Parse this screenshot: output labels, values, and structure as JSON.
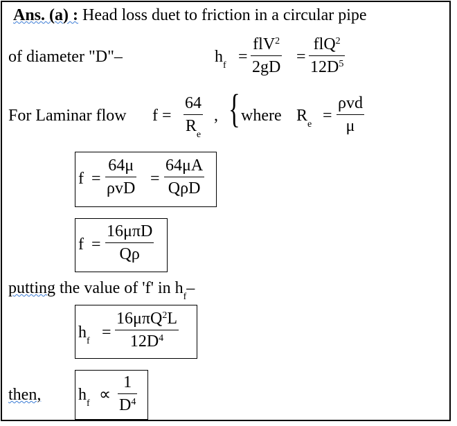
{
  "heading": {
    "label": "Ans. (a) :",
    "text": "Head loss duet to friction in a circular pipe"
  },
  "line2": {
    "text": "of diameter \"D\"–",
    "lhs": "h",
    "lhs_sub": "f",
    "frac1_num": "flV",
    "frac1_num_sup": "2",
    "frac1_den": "2gD",
    "frac2_num": "flQ",
    "frac2_num_sup": "2",
    "frac2_den": "12D",
    "frac2_den_sup": "5"
  },
  "line3": {
    "text": "For Laminar flow",
    "f_eq": "f =",
    "frac_num": "64",
    "frac_den": "R",
    "frac_den_sub": "e",
    "comma": ",",
    "where": "where",
    "re": "R",
    "re_sub": "e",
    "re_frac_num": "ρvd",
    "re_frac_den": "μ"
  },
  "box1": {
    "lhs": "f",
    "frac1_num": "64μ",
    "frac1_den": "ρvD",
    "frac2_num": "64μA",
    "frac2_den": "QρD"
  },
  "box2": {
    "lhs": "f",
    "frac_num": "16μπD",
    "frac_den": "Qρ"
  },
  "putting": {
    "underlined": "putting",
    "rest": "the value of 'f' in h",
    "sub": "f",
    "dash": "–"
  },
  "box3": {
    "lhs": "h",
    "lhs_sub": "f",
    "frac_num": "16μπQ",
    "frac_num_sup": "2",
    "frac_num_tail": "L",
    "frac_den": "12D",
    "frac_den_sup": "4"
  },
  "then": {
    "label": "then,",
    "lhs": "h",
    "lhs_sub": "f",
    "prop": "∝",
    "frac_num": "1",
    "frac_den": "D",
    "frac_den_sup": "4"
  }
}
